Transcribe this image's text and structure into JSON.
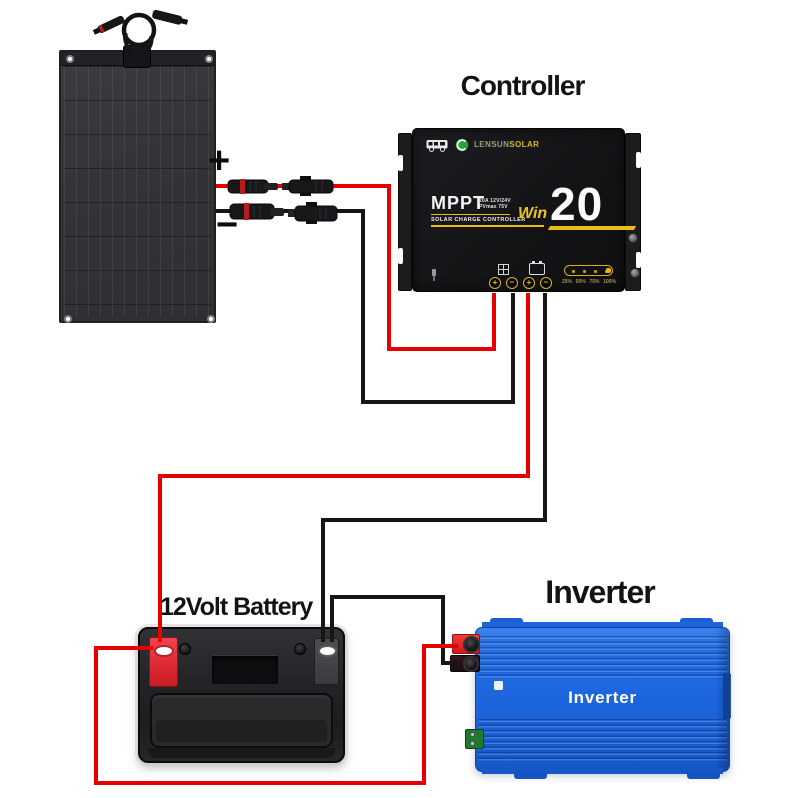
{
  "diagram": {
    "titles": {
      "controller": "Controller",
      "battery": "12Volt Battery",
      "inverter": "Inverter"
    },
    "solar_panel": {
      "polarity_plus": "+",
      "polarity_minus": "−"
    },
    "controller": {
      "brand_primary": "LENSUN",
      "brand_secondary": "SOLAR",
      "tech": "MPPT",
      "spec_line1": "20A 12V/24V",
      "spec_line2": "PVmax 75V",
      "subtitle": "SOLAR CHARGE CONTROLLER",
      "model_series": "Win",
      "model_number": "20",
      "terminal_labels": [
        "+",
        "−",
        "+",
        "−"
      ],
      "soc_labels": [
        "25%",
        "50%",
        "75%",
        "100%"
      ]
    },
    "inverter": {
      "device_label": "Inverter"
    },
    "colors": {
      "wire_positive": "#e60000",
      "wire_negative": "#161616",
      "controller_accent": "#e9bd16",
      "inverter_body": "#1d66de",
      "battery_positive_terminal": "#e8353c"
    }
  }
}
